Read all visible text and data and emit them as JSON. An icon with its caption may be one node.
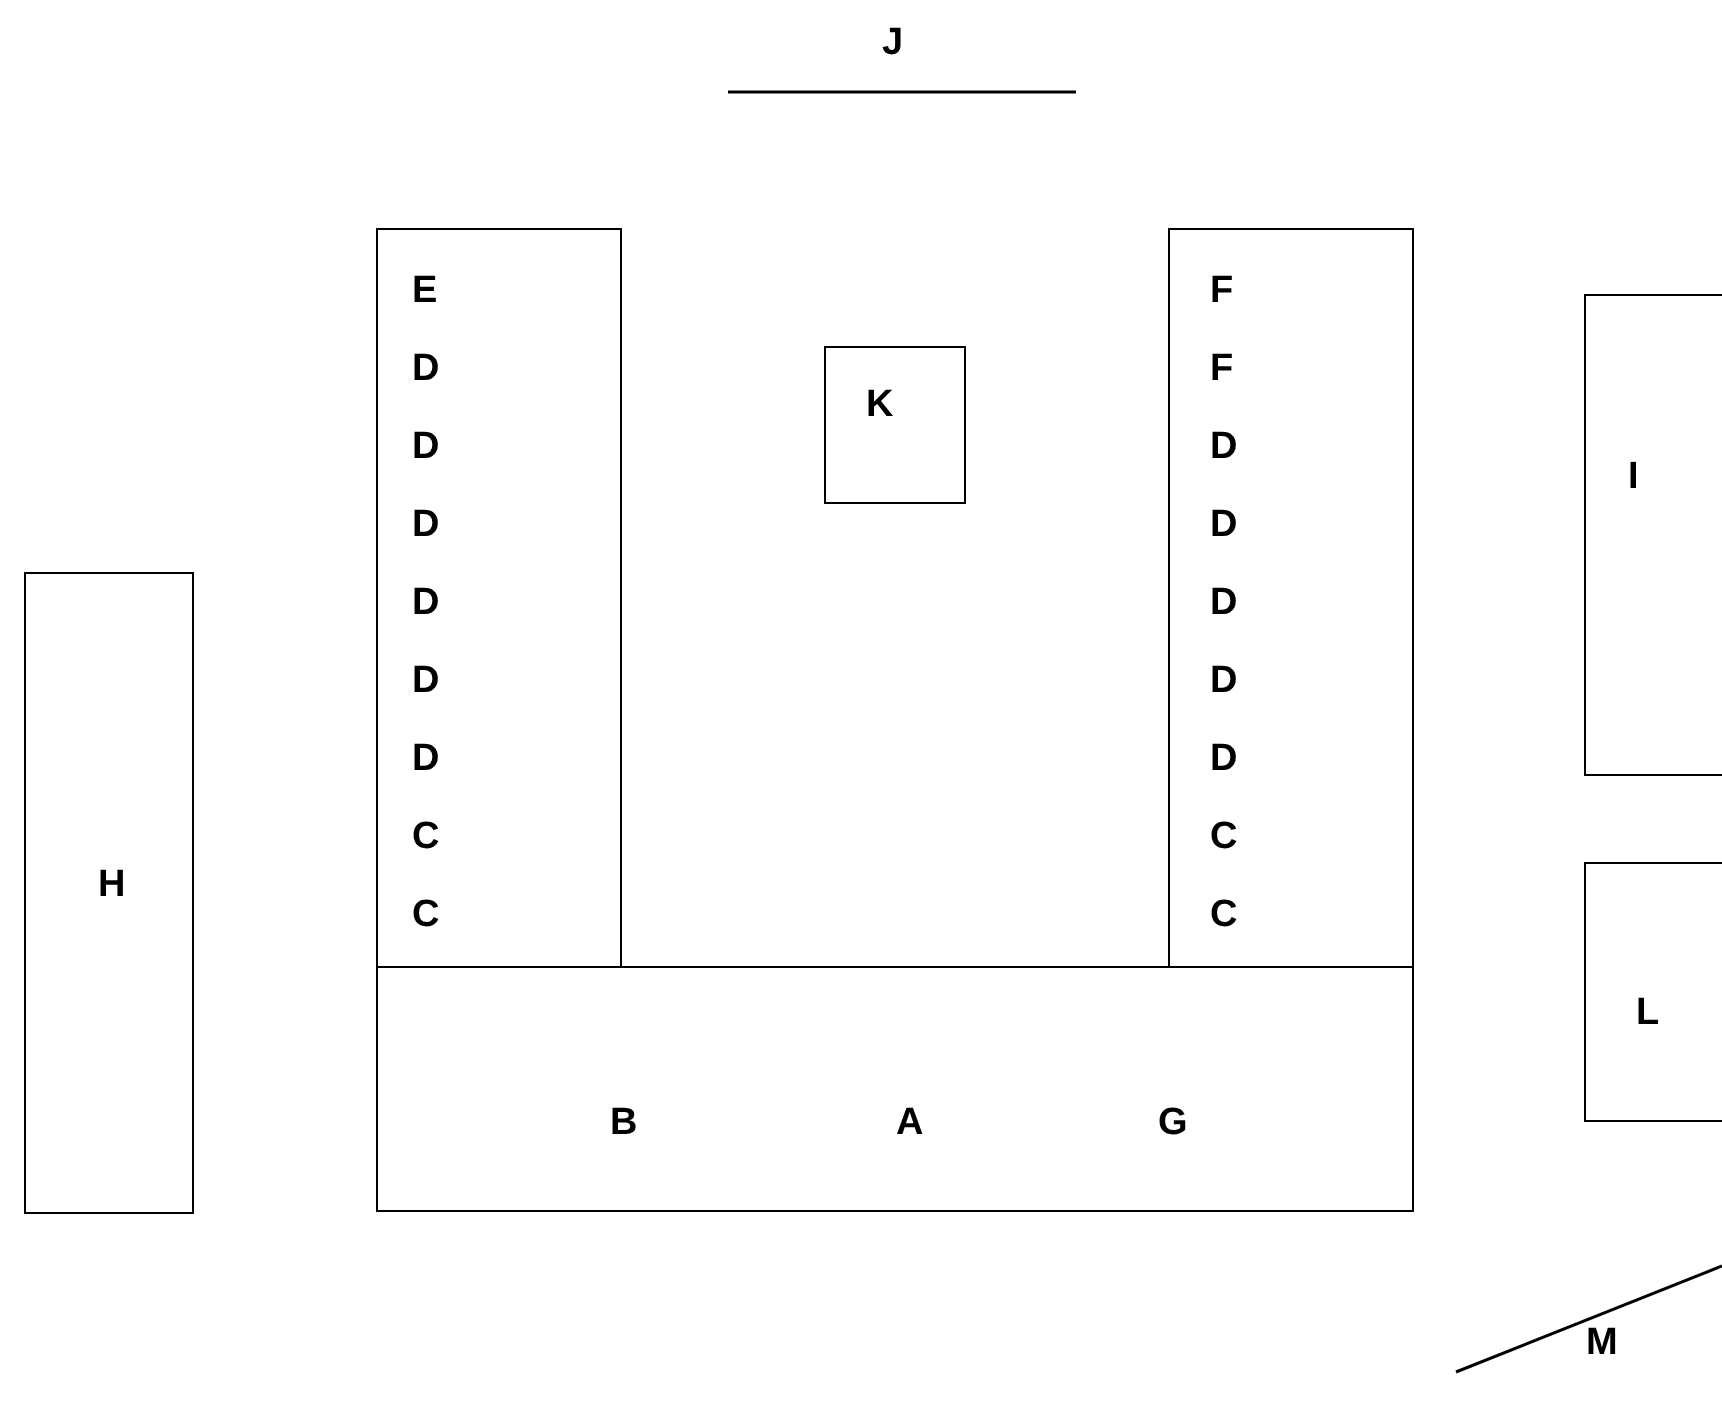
{
  "diagram": {
    "nodes": [
      {
        "text": [
          "E",
          "D",
          "D",
          "D",
          "D",
          "D",
          "D",
          "C",
          "C"
        ]
      },
      {
        "text": [
          "K"
        ]
      },
      {
        "text": [
          "F",
          "F",
          "D",
          "D",
          "D",
          "D",
          "D",
          "C",
          "C"
        ]
      },
      {
        "text": [
          "I"
        ]
      },
      {
        "text": [
          "H"
        ]
      },
      {
        "text": [
          "B",
          "A",
          "G"
        ]
      },
      {
        "text": [
          "L"
        ]
      }
    ],
    "labels": [
      "J",
      "M"
    ]
  }
}
